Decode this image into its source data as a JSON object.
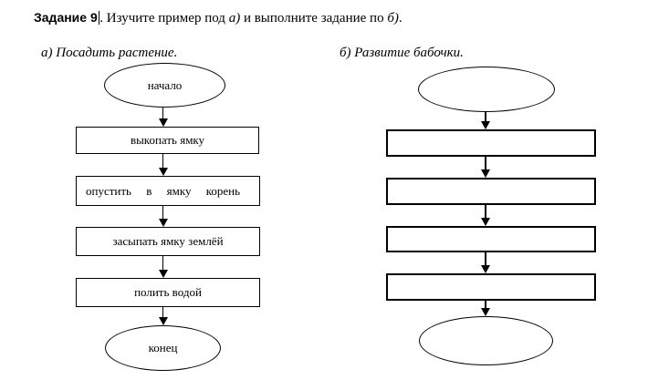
{
  "title": {
    "task_label": "Задание 9",
    "after_cursor": ". Изучите пример под ",
    "ref_a": "а)",
    "between": " и выполните задание по ",
    "ref_b": "б)",
    "end": "."
  },
  "example": {
    "heading": "а) Посадить растение.",
    "start_label": "начало",
    "steps": [
      "выкопать ямку",
      "опустить в ямку корень",
      "засыпать ямку землёй",
      "полить водой"
    ],
    "end_label": "конец"
  },
  "task": {
    "heading": "б) Развитие бабочки.",
    "start_label": "",
    "steps": [
      "",
      "",
      "",
      ""
    ],
    "end_label": ""
  },
  "colors": {
    "ink": "#000000",
    "paper": "#ffffff"
  }
}
